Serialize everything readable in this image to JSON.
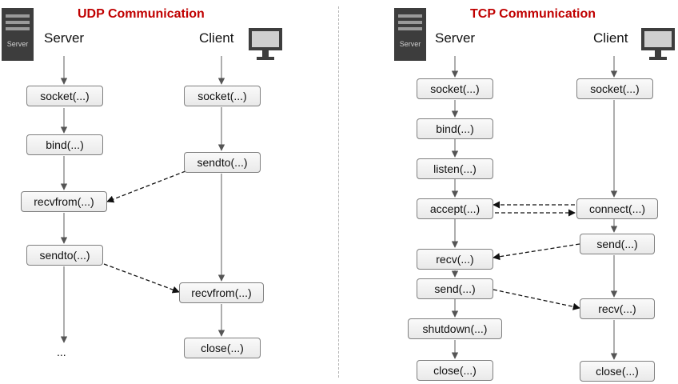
{
  "udp": {
    "title": "UDP Communication",
    "server_label": "Server",
    "client_label": "Client",
    "server_calls": [
      "socket(...)",
      "bind(...)",
      "recvfrom(...)",
      "sendto(...)"
    ],
    "server_ellipsis": "...",
    "client_calls": [
      "socket(...)",
      "sendto(...)",
      "recvfrom(...)",
      "close(...)"
    ]
  },
  "tcp": {
    "title": "TCP Communication",
    "server_label": "Server",
    "client_label": "Client",
    "server_calls": [
      "socket(...)",
      "bind(...)",
      "listen(...)",
      "accept(...)",
      "recv(...)",
      "send(...)",
      "shutdown(...)",
      "close(...)"
    ],
    "client_calls": [
      "socket(...)",
      "connect(...)",
      "send(...)",
      "recv(...)",
      "close(...)"
    ]
  },
  "icons": {
    "server_icon": "server-icon",
    "server_icon_text": "Server",
    "client_icon": "monitor-icon"
  },
  "colors": {
    "title": "#c00000",
    "box_border": "#7f7f7f",
    "arrow": "#555555"
  }
}
